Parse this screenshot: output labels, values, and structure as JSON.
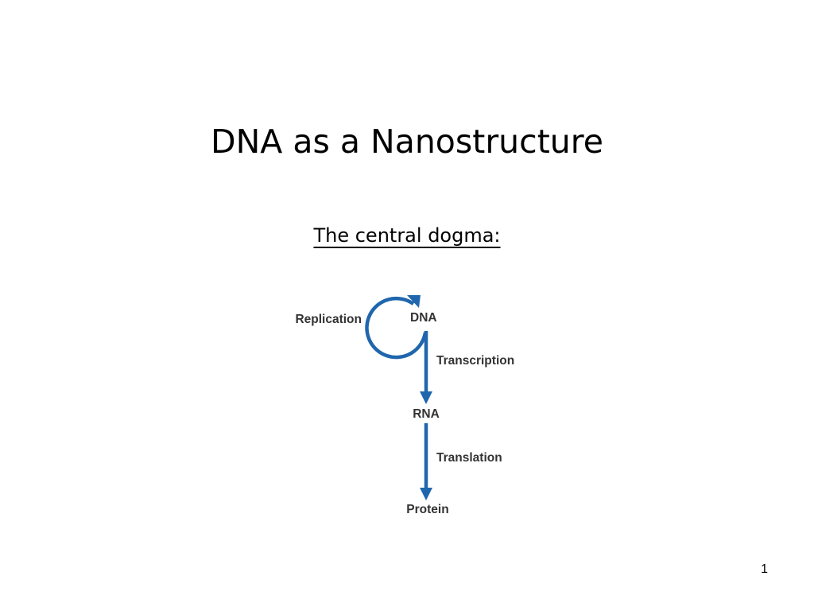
{
  "slide": {
    "title": "DNA as a Nanostructure",
    "subtitle": "The central dogma:",
    "page_number": "1"
  },
  "diagram": {
    "arrow_color": "#1f66ad",
    "nodes": {
      "dna": "DNA",
      "rna": "RNA",
      "protein": "Protein"
    },
    "processes": {
      "replication": "Replication",
      "transcription": "Transcription",
      "translation": "Translation"
    }
  }
}
